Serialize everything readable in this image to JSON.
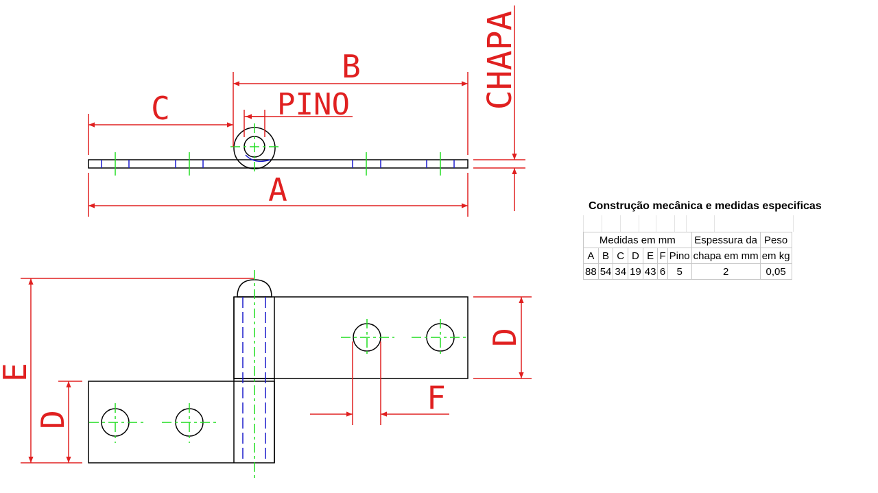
{
  "labels": {
    "A": "A",
    "B": "B",
    "C": "C",
    "pino": "PINO",
    "chapa": "CHAPA",
    "D_right": "D",
    "D_left": "D",
    "E": "E",
    "F": "F"
  },
  "colors": {
    "outline": "#000000",
    "dimension": "#e02020",
    "centerline": "#22dd22",
    "hidden": "#1a1acc"
  },
  "spec": {
    "title": "Construção mecânica e medidas  especificas",
    "group_measures": "Medidas em mm",
    "group_thickness_1": "Espessura da",
    "group_thickness_2": "chapa em mm",
    "group_weight_1": "Peso",
    "group_weight_2": "em kg",
    "columns": [
      "A",
      "B",
      "C",
      "D",
      "E",
      "F",
      "Pino"
    ],
    "values": [
      "88",
      "54",
      "34",
      "19",
      "43",
      "6",
      "5"
    ],
    "thickness": "2",
    "weight": "0,05"
  }
}
